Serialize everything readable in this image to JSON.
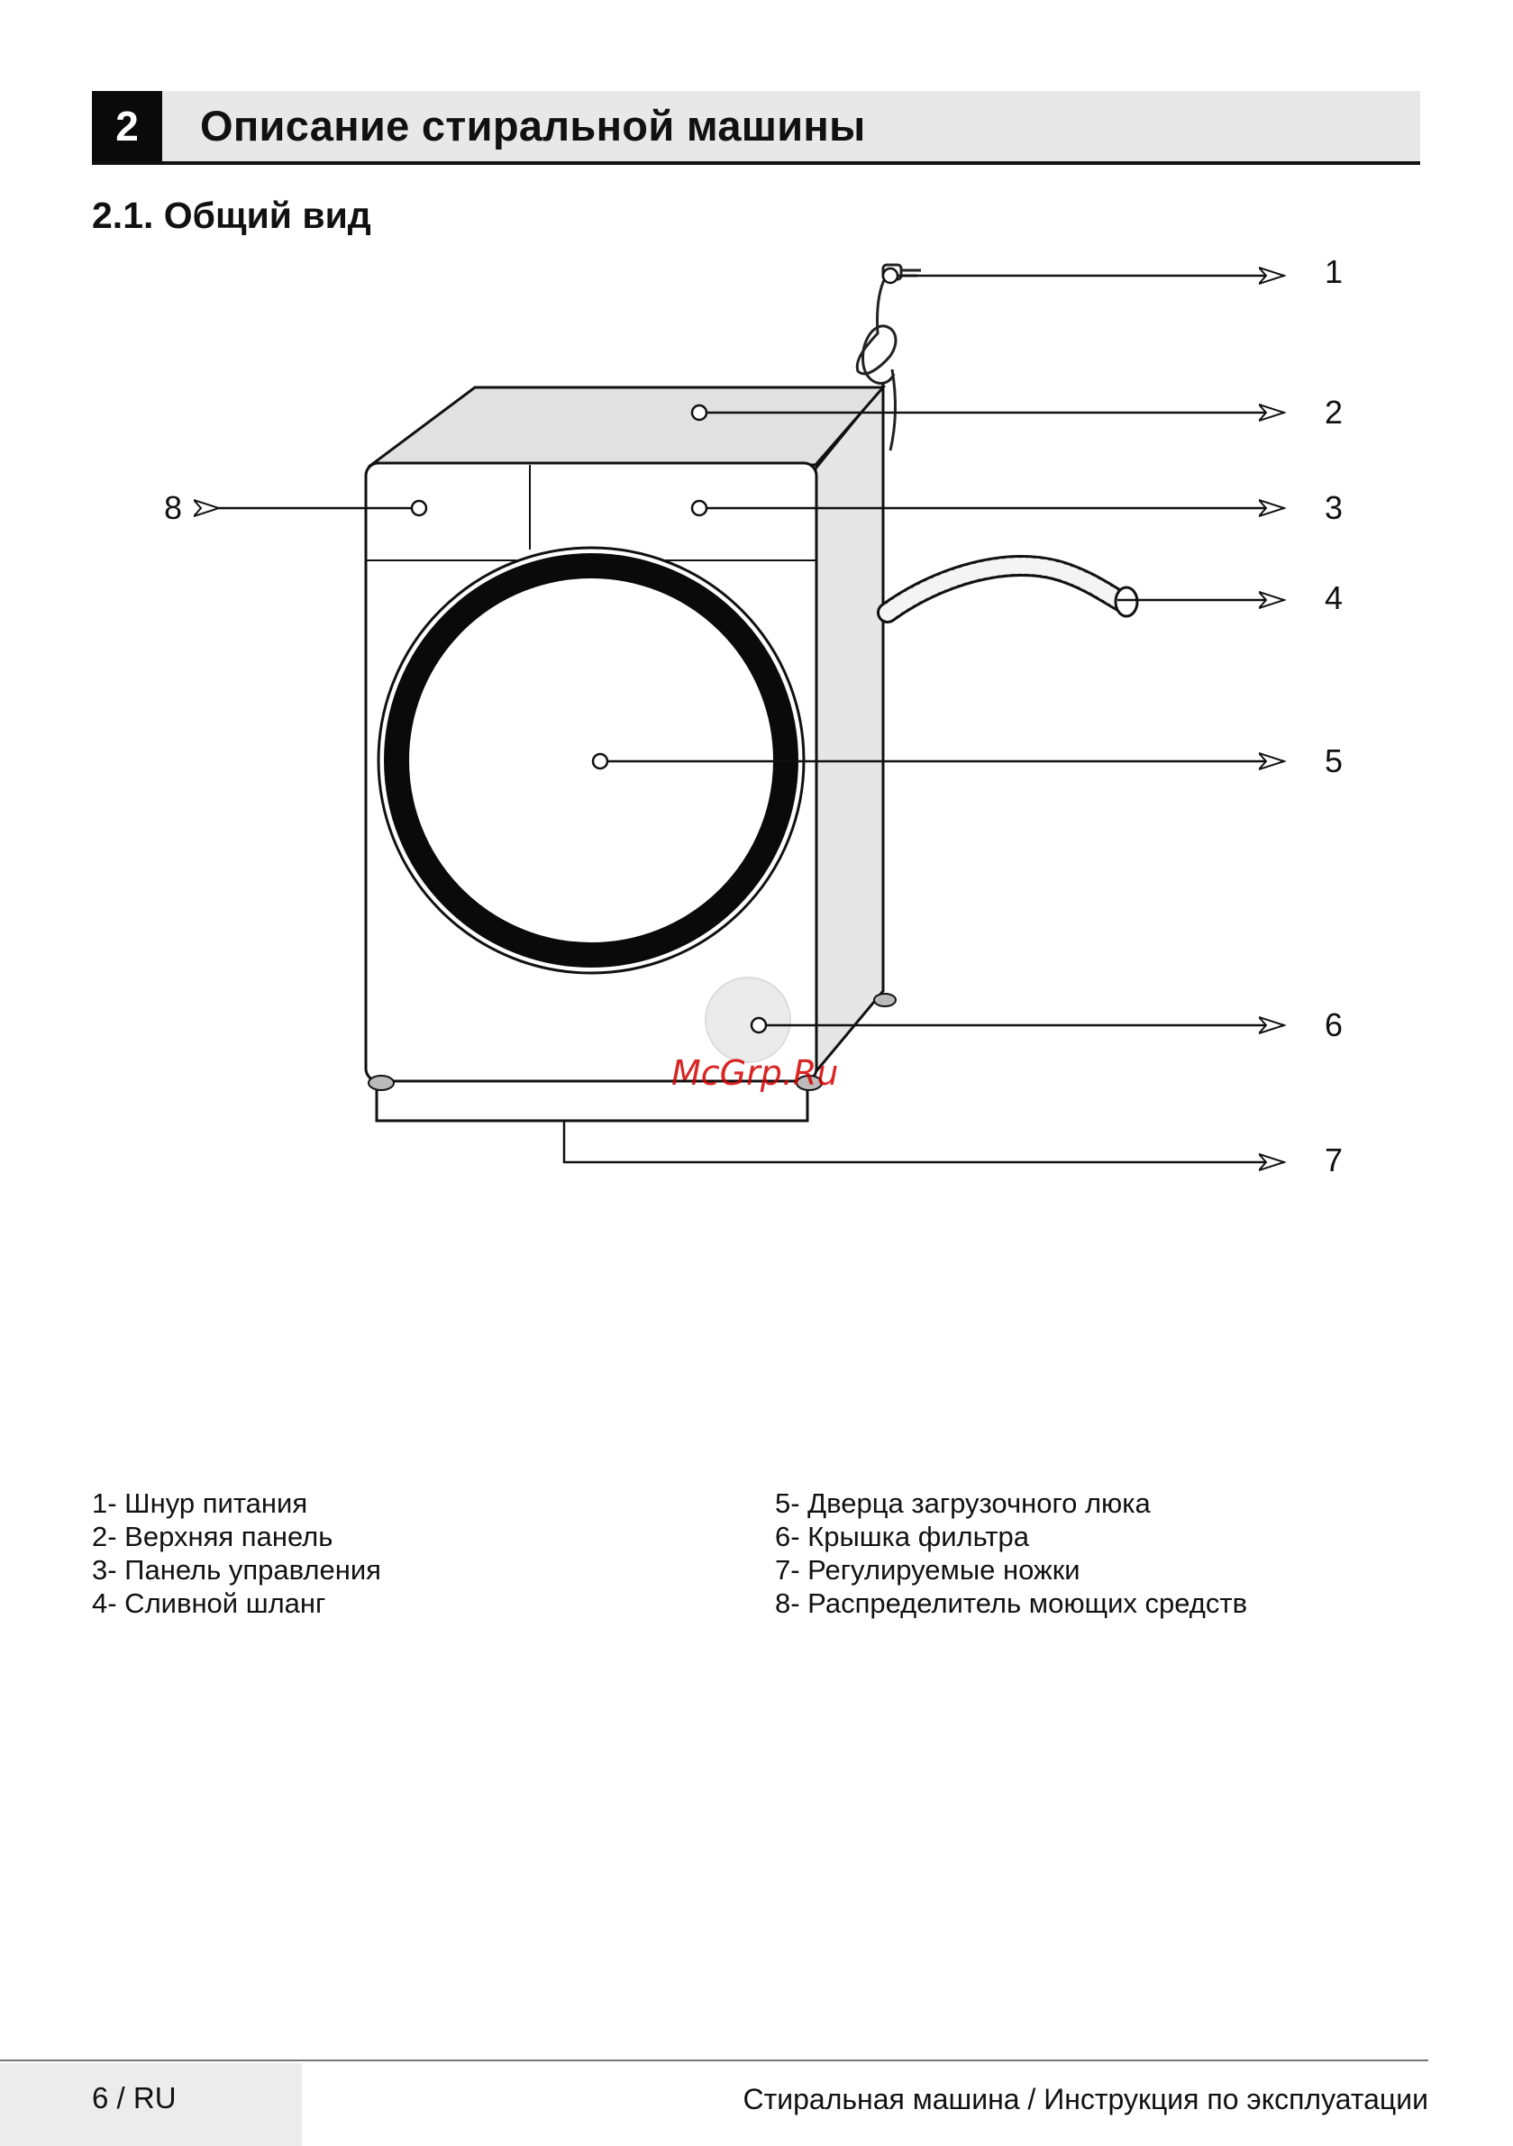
{
  "chapter": {
    "number": "2",
    "title": "Описание стиральной машины"
  },
  "section": {
    "title": "2.1. Общий вид"
  },
  "callouts": [
    "1",
    "2",
    "3",
    "4",
    "5",
    "6",
    "7",
    "8"
  ],
  "watermark": "McGrp.Ru",
  "legend": {
    "left": [
      "1- Шнур питания",
      "2- Верхняя панель",
      "3- Панель управления",
      "4- Сливной шланг"
    ],
    "right": [
      "5- Дверца загрузочного люка",
      "6- Крышка фильтра",
      "7- Регулируемые ножки",
      "8- Распределитель моющих средств"
    ]
  },
  "footer": {
    "page": "6 / RU",
    "document": "Стиральная машина /  Инструкция по эксплуатации"
  }
}
